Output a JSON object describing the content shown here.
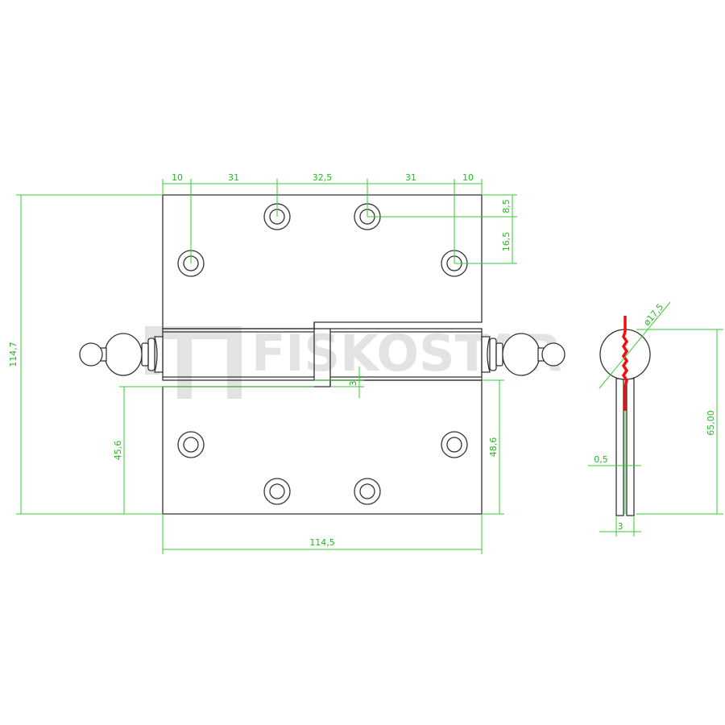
{
  "watermark": {
    "brand": "FISKOSTAR"
  },
  "dimensions": {
    "top_1": "10",
    "top_2": "31",
    "top_3": "32,5",
    "top_4": "31",
    "top_5": "10",
    "right_1": "8,5",
    "right_2": "16,5",
    "overall_height": "114,7",
    "gap": "3",
    "lower_left": "45,6",
    "lower_right": "48,6",
    "overall_width": "114,5",
    "knuckle_diameter": "ø17,5",
    "side_height": "65,00",
    "side_gap": "0,5",
    "side_thickness": "3"
  },
  "colors": {
    "outline": "#333333",
    "dimension": "#33cc33",
    "pin_axis": "#ee1111",
    "watermark": "#e3e3e3"
  }
}
